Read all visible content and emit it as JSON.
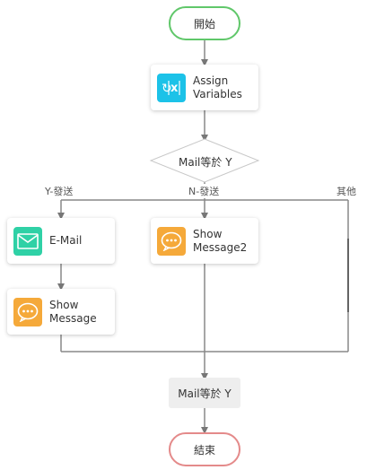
{
  "nodes": {
    "start": "開始",
    "assign": "Assign\nVariables",
    "decision": "Mail等於 Y",
    "email": "E-Mail",
    "show_message2": "Show\nMessage2",
    "show_message": "Show\nMessage",
    "merge": "Mail等於 Y",
    "end": "結束"
  },
  "branches": {
    "yes": "Y-發送",
    "no": "N-發送",
    "other": "其他"
  },
  "icons": {
    "assign": "variable-icon",
    "email": "envelope-icon",
    "message": "chat-bubble-icon"
  },
  "colors": {
    "start_border": "#60c76a",
    "end_border": "#e48a8a",
    "assign_icon": "#1cc2e8",
    "email_icon": "#2fd1a6",
    "message_icon": "#f5a93a",
    "connector": "#888888"
  }
}
